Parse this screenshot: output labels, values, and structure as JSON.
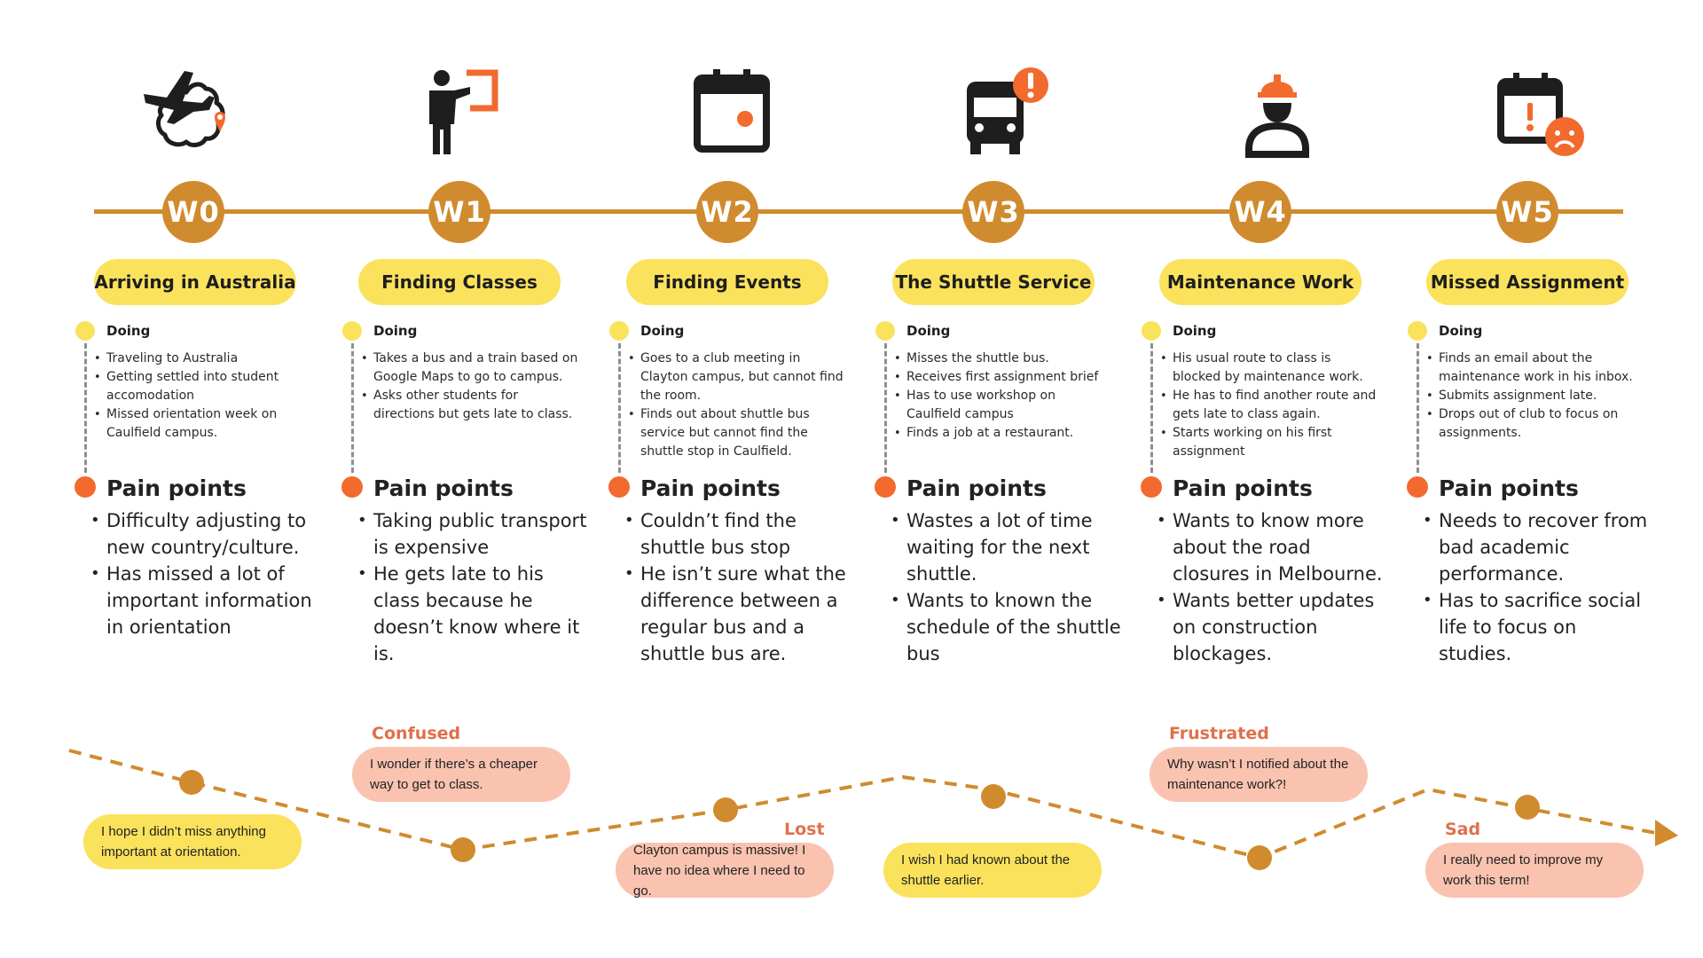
{
  "colors": {
    "accent": "#d08b2e",
    "pill": "#fbe25c",
    "pain_dot": "#f26a2e",
    "bubble_positive": "#fbe25c",
    "bubble_negative": "#f9c3b0",
    "emotion_label": "#e0704b"
  },
  "stages": [
    {
      "week": "W0",
      "icon": "plane-over-australia-map-icon",
      "title": "Arriving in Australia",
      "doing_label": "Doing",
      "doing": [
        "Traveling to Australia",
        "Getting settled into student accomodation",
        "Missed orientation week  on Caulfield campus."
      ],
      "pain_label": "Pain points",
      "pain": [
        "Difficulty adjusting to new country/culture.",
        "Has missed a lot of important information in orientation"
      ]
    },
    {
      "week": "W1",
      "icon": "person-at-board-icon",
      "title": "Finding Classes",
      "doing_label": "Doing",
      "doing": [
        "Takes a bus and a train based on Google Maps to go to campus.",
        "Asks other students for directions but gets late to class."
      ],
      "pain_label": "Pain points",
      "pain": [
        "Taking public transport is expensive",
        "He gets late to his class because he doesn’t know where it is."
      ]
    },
    {
      "week": "W2",
      "icon": "calendar-icon",
      "title": "Finding Events",
      "doing_label": "Doing",
      "doing": [
        "Goes to a club meeting in Clayton campus, but cannot find the room.",
        "Finds out about shuttle bus service but cannot find the shuttle stop in Caulfield."
      ],
      "pain_label": "Pain points",
      "pain": [
        "Couldn’t find the shuttle bus stop",
        "He isn’t sure what the difference between a regular bus and a shuttle bus are."
      ]
    },
    {
      "week": "W3",
      "icon": "bus-alert-icon",
      "title": "The Shuttle Service",
      "doing_label": "Doing",
      "doing": [
        "Misses the shuttle bus.",
        "Receives first assignment brief",
        "Has to use workshop on Caulfield campus",
        "Finds a job at a restaurant."
      ],
      "pain_label": "Pain points",
      "pain": [
        "Wastes a lot of time waiting for the next shuttle.",
        "Wants to known the schedule of the shuttle bus"
      ]
    },
    {
      "week": "W4",
      "icon": "construction-worker-icon",
      "title": "Maintenance Work",
      "doing_label": "Doing",
      "doing": [
        "His usual route to class is blocked by maintenance work.",
        "He has to find another route and gets late to class again.",
        "Starts working on his first assignment"
      ],
      "pain_label": "Pain points",
      "pain": [
        "Wants to know more about the road closures in Melbourne.",
        "Wants better updates on construction blockages."
      ]
    },
    {
      "week": "W5",
      "icon": "calendar-sad-alert-icon",
      "title": "Missed Assignment",
      "doing_label": "Doing",
      "doing": [
        "Finds an email about the maintenance work in his inbox.",
        "Submits assignment late.",
        "Drops out of club to focus on assignments."
      ],
      "pain_label": "Pain points",
      "pain": [
        "Needs to recover from bad academic performance.",
        "Has to sacrifice social life to focus on studies."
      ]
    }
  ],
  "thoughts": [
    {
      "text": "I hope I didn’t miss anything important at orientation.",
      "emotion": ""
    },
    {
      "text": "I wonder if there’s a cheaper way to get to class.",
      "emotion": "Confused"
    },
    {
      "text": "Clayton campus is massive! I have no idea where I need to go.",
      "emotion": "Lost"
    },
    {
      "text": "I wish I had known about the shuttle earlier.",
      "emotion": ""
    },
    {
      "text": "Why wasn’t I notified about the maintenance work?!",
      "emotion": "Frustrated"
    },
    {
      "text": "I really need to improve my work this term!",
      "emotion": "Sad"
    }
  ]
}
